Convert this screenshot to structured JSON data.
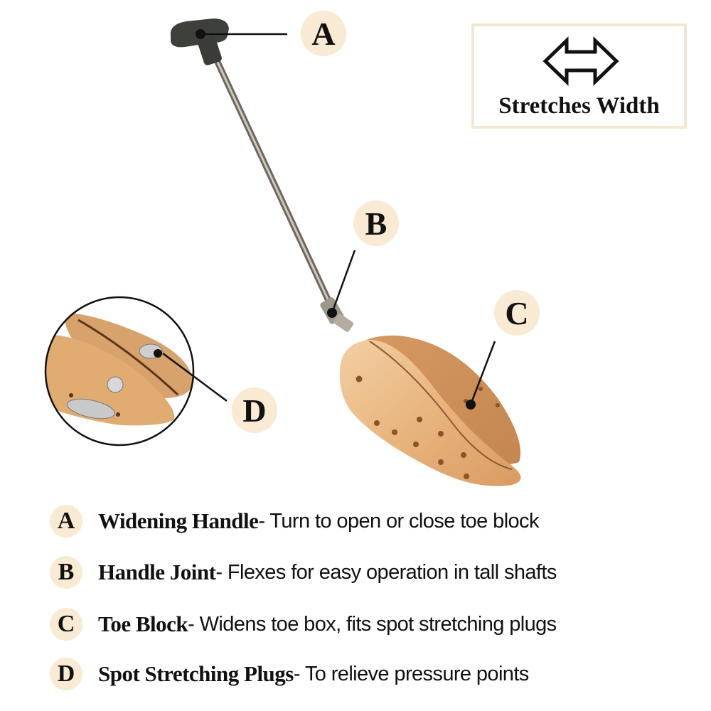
{
  "feature_box": {
    "icon": "double-arrow-horizontal-icon",
    "label": "Stretches Width"
  },
  "callouts": [
    {
      "letter": "A",
      "target": "handle"
    },
    {
      "letter": "B",
      "target": "joint"
    },
    {
      "letter": "C",
      "target": "toe-block"
    },
    {
      "letter": "D",
      "target": "plugs-inset"
    }
  ],
  "legend": [
    {
      "letter": "A",
      "term": "Widening Handle",
      "desc": "- Turn to open or close toe block"
    },
    {
      "letter": "B",
      "term": "Handle Joint",
      "desc": "- Flexes for easy operation in tall shafts"
    },
    {
      "letter": "C",
      "term": "Toe Block",
      "desc": "- Widens toe box, fits spot stretching plugs"
    },
    {
      "letter": "D",
      "term": "Spot Stretching Plugs",
      "desc": "- To relieve pressure points"
    }
  ],
  "colors": {
    "badge_bg": "#f8ead3",
    "box_border": "#f4e6cf",
    "wood": "#e7b47f",
    "metal": "#a39a8c",
    "handle": "#3d3f3a"
  }
}
